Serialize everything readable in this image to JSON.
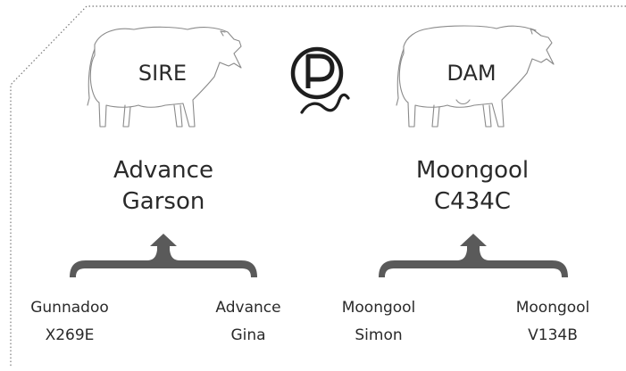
{
  "sire": {
    "badge": "SIRE",
    "name_line1": "Advance",
    "name_line2": "Garson"
  },
  "dam": {
    "badge": "DAM",
    "name_line1": "Moongool",
    "name_line2": "C434C"
  },
  "center_icon": "polled-p-icon",
  "grandparents": [
    {
      "line1": "Gunnadoo",
      "line2": "X269E"
    },
    {
      "line1": "Advance",
      "line2": "Gina"
    },
    {
      "line1": "Moongool",
      "line2": "Simon"
    },
    {
      "line1": "Moongool",
      "line2": "V134B"
    }
  ],
  "colors": {
    "line": "#555555",
    "brace": "#5a5a5a",
    "text": "#2a2a2a",
    "border": "#777777"
  }
}
